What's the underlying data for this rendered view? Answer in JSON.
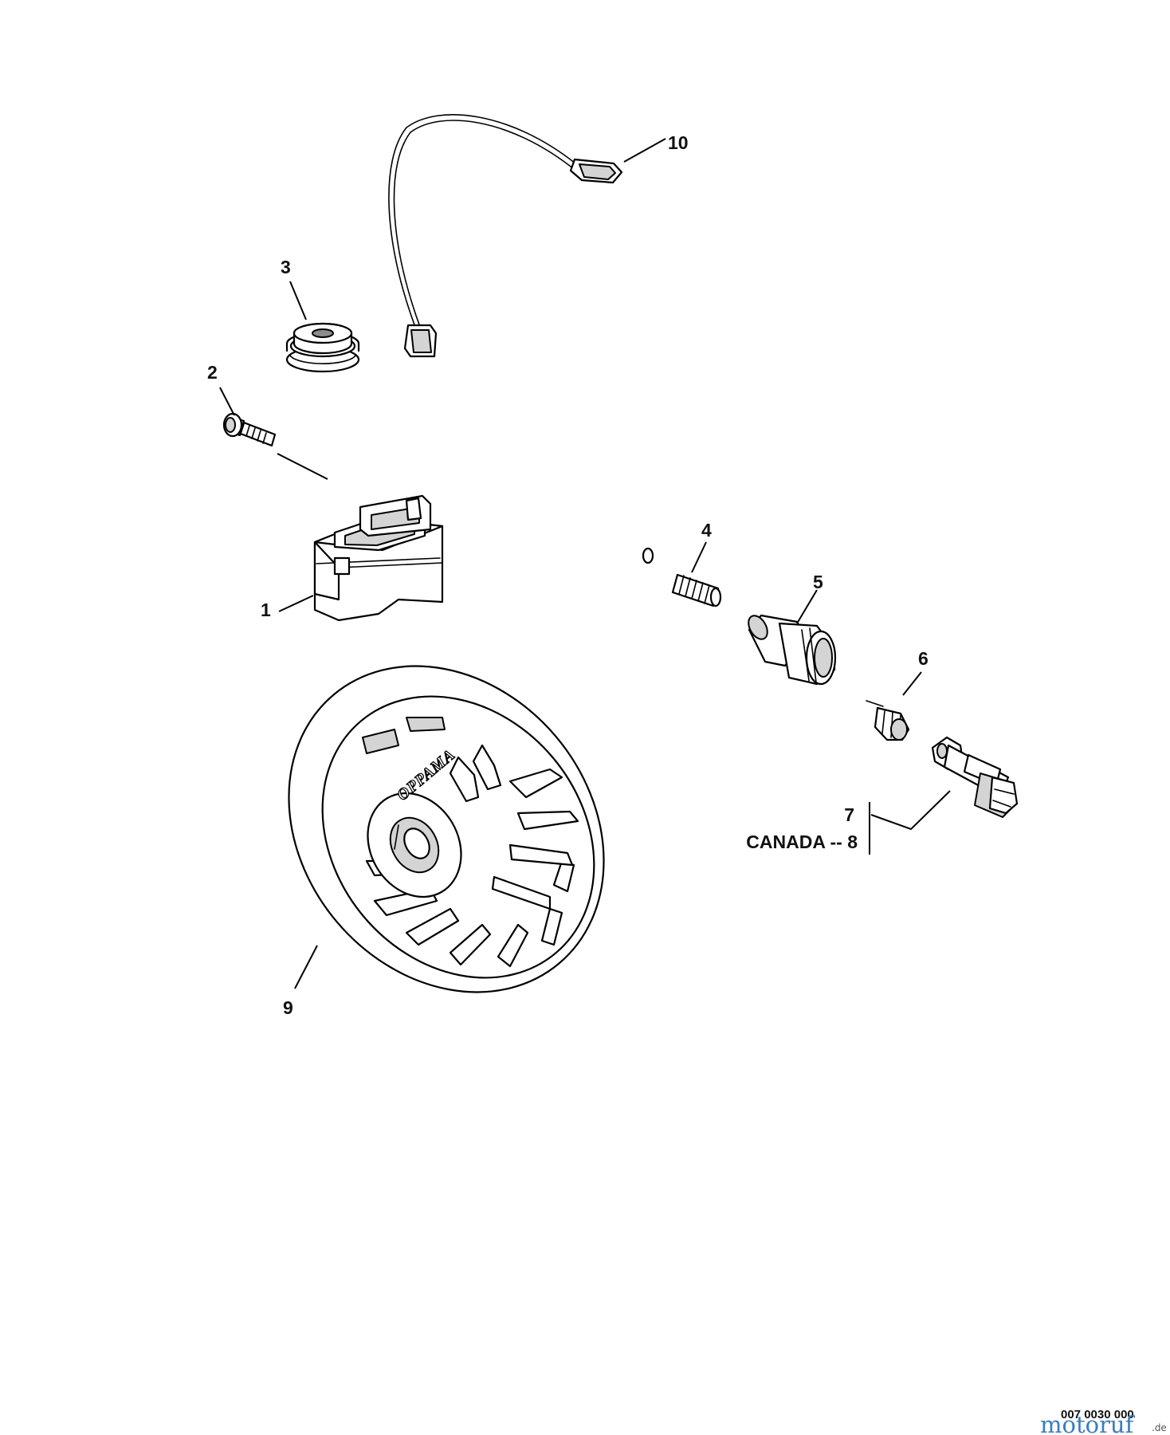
{
  "diagram": {
    "callouts": {
      "c1": "1",
      "c2": "2",
      "c3": "3",
      "c4": "4",
      "c5": "5",
      "c6": "6",
      "c7": "7",
      "c8": "CANADA -- 8",
      "c9": "9",
      "c10": "10"
    },
    "flywheel_marking": "OPPAMA",
    "reference_code": "007 0030 000",
    "watermark": {
      "name": "motoruf",
      "tld": ".de"
    }
  }
}
